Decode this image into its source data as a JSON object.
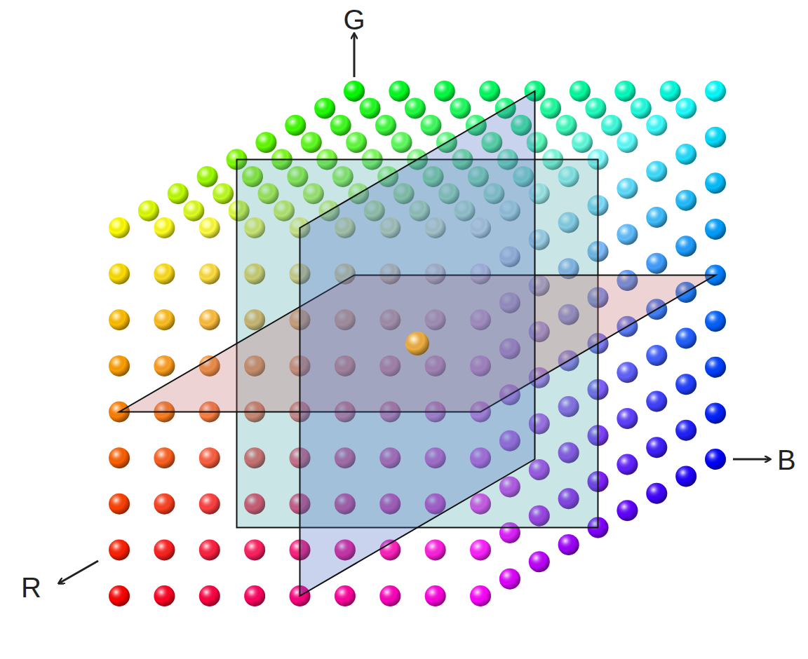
{
  "diagram": {
    "labels": [
      "G",
      "B",
      "R"
    ]
  }
}
